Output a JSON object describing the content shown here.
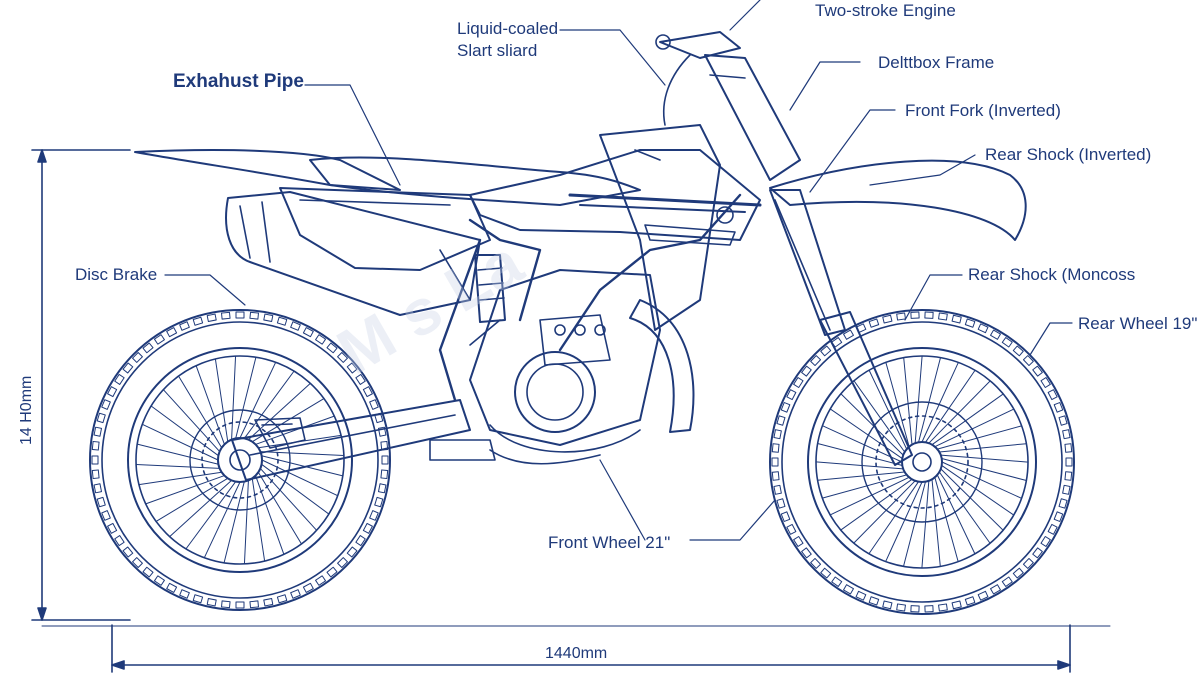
{
  "colors": {
    "ink": "#1f3a7a",
    "paper": "#ffffff",
    "watermark": "#c9d3e6"
  },
  "labels": {
    "two_stroke_engine": "Two-stroke Engine",
    "liquid_cooled": "Liquid-coaled\nSlart sliard",
    "deltabox_frame": "Delttbox Frame",
    "exhaust_pipe": "Exhahust  Pipe",
    "front_fork": "Front Fork (Inverted)",
    "rear_shock_inverted": "Rear Shock (Inverted)",
    "disc_brake": "Disc Brake",
    "rear_shock_mono": "Rear Shock (Moncoss",
    "rear_wheel": "Rear Wheel 19\"",
    "front_wheel": "Front Wheel 21\""
  },
  "dimensions": {
    "height": "14 H0mm",
    "length": "1440mm"
  },
  "watermark": "M           s La"
}
